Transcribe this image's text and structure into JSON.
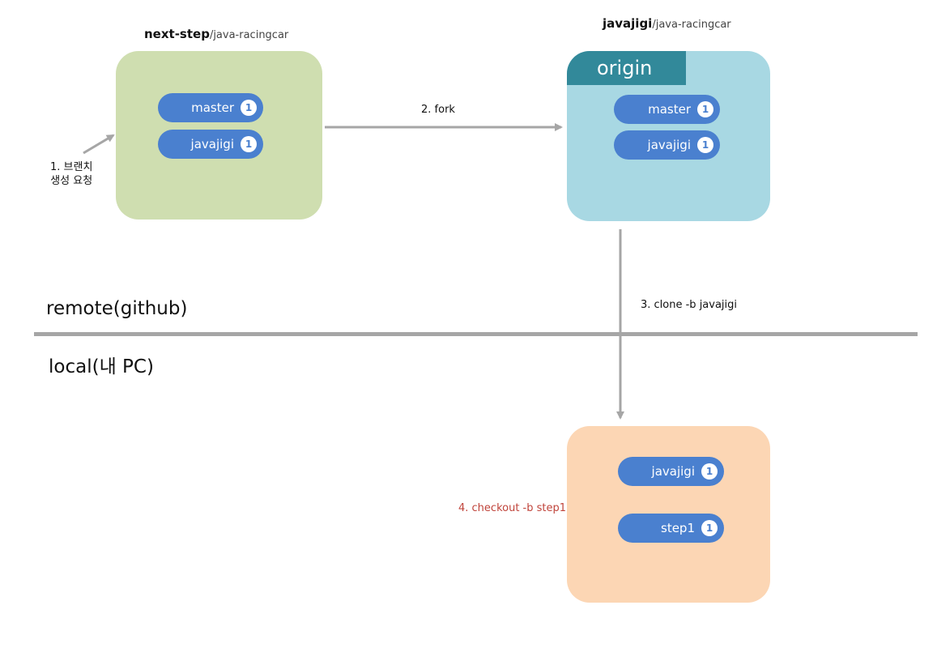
{
  "repos": {
    "upstream": {
      "owner": "next-step",
      "path": "/java-racingcar",
      "color": "#cfdeb0"
    },
    "fork": {
      "owner": "javajigi",
      "path": "/java-racingcar",
      "tab": "origin",
      "color": "#a8d8e3",
      "tab_color": "#32899a"
    },
    "local": {
      "color": "#fcd6b4"
    }
  },
  "branches": {
    "upstream": [
      {
        "name": "master",
        "count": "1"
      },
      {
        "name": "javajigi",
        "count": "1"
      }
    ],
    "fork": [
      {
        "name": "master",
        "count": "1"
      },
      {
        "name": "javajigi",
        "count": "1"
      }
    ],
    "local": [
      {
        "name": "javajigi",
        "count": "1"
      },
      {
        "name": "step1",
        "count": "1"
      }
    ]
  },
  "steps": {
    "step1_line1": "1. 브랜치",
    "step1_line2": "생성 요청",
    "step2": "2. fork",
    "step3": "3. clone -b javajigi",
    "step4": "4. checkout -b step1"
  },
  "zones": {
    "remote": "remote(github)",
    "local": "local(내 PC)"
  },
  "colors": {
    "branch": "#4a80cf",
    "arrow": "#a6a6a6",
    "checkout": "#c0443b",
    "divider": "#a6a6a6"
  }
}
